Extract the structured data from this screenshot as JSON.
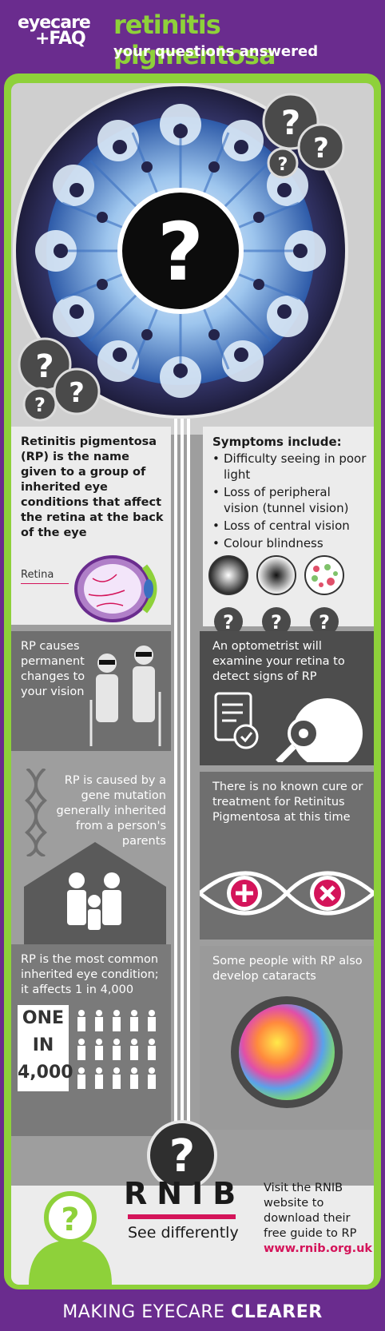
{
  "header": {
    "logo_line1": "eyecare",
    "logo_line2": "+FAQ",
    "title": "retinitis pigmentosa",
    "subtitle": "your questions answered"
  },
  "intro": {
    "text": "Retinitis pigmentosa (RP) is the name given to a group of inherited eye conditions that affect the retina at the back of the eye",
    "diagram_label": "Retina"
  },
  "symptoms": {
    "heading": "Symptoms include:",
    "items": [
      "Difficulty seeing in poor light",
      "Loss of peripheral vision (tunnel vision)",
      "Loss of central vision",
      "Colour blindness"
    ]
  },
  "facts": {
    "permanent": "RP causes permanent changes to your vision",
    "optometrist": "An optometrist will examine your retina to detect signs of RP",
    "gene": "RP is caused by a gene mutation generally inherited from a person's parents",
    "no_cure": "There is no known cure or treatment for Retinitus Pigmentosa at this time",
    "common": "RP is the most common inherited eye condition; it affects 1 in 4,000",
    "cataracts": "Some people with RP also develop cataracts"
  },
  "stat": {
    "line1": "ONE",
    "line2": "IN",
    "line3": "4,000"
  },
  "rnib": {
    "name": "RNIB",
    "tagline": "See differently",
    "visit_text": "Visit the RNIB website to download their free guide to RP",
    "url": "www.rnib.org.uk"
  },
  "footer": {
    "normal": "MAKING EYECARE ",
    "bold": "CLEARER"
  },
  "colors": {
    "purple": "#6a2c8e",
    "green": "#8ed13a",
    "magenta": "#d4145a"
  }
}
